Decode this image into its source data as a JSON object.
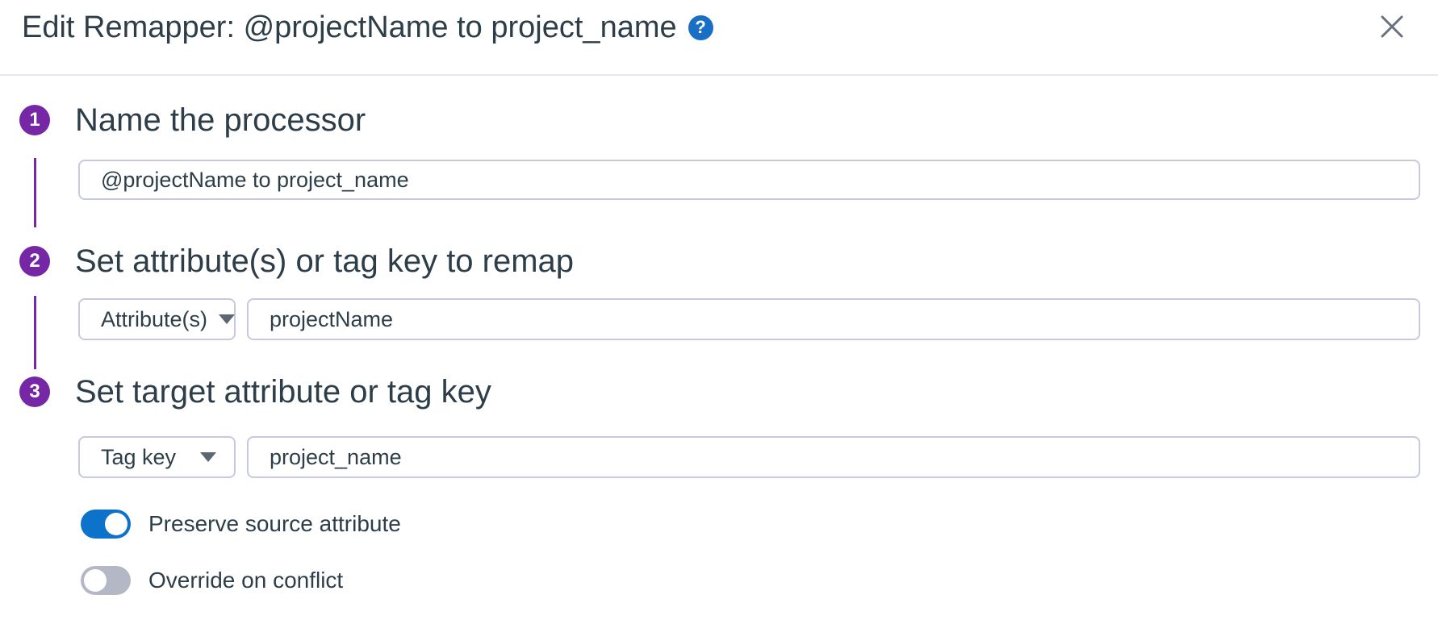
{
  "modal": {
    "title": "Edit Remapper: @projectName to project_name",
    "help_glyph": "?",
    "close_icon": "x"
  },
  "steps": [
    {
      "number": "1",
      "title": "Name the processor",
      "input": {
        "value": "@projectName to project_name"
      }
    },
    {
      "number": "2",
      "title": "Set attribute(s) or tag key to remap",
      "dropdown": {
        "selected": "Attribute(s)"
      },
      "input": {
        "value": "projectName"
      }
    },
    {
      "number": "3",
      "title": "Set target attribute or tag key",
      "dropdown": {
        "selected": "Tag key"
      },
      "input": {
        "value": "project_name"
      }
    }
  ],
  "toggles": [
    {
      "label": "Preserve source attribute",
      "state": "on"
    },
    {
      "label": "Override on conflict",
      "state": "off"
    }
  ],
  "colors": {
    "step_accent_purple": "#7527a6",
    "help_icon_blue": "#1a6fc4",
    "toggle_on_blue": "#0d72c9",
    "toggle_off_gray": "#b4b7c6",
    "input_border": "#c7cade",
    "text_dark": "#2d3e49",
    "header_divider": "#e4e7ee"
  }
}
